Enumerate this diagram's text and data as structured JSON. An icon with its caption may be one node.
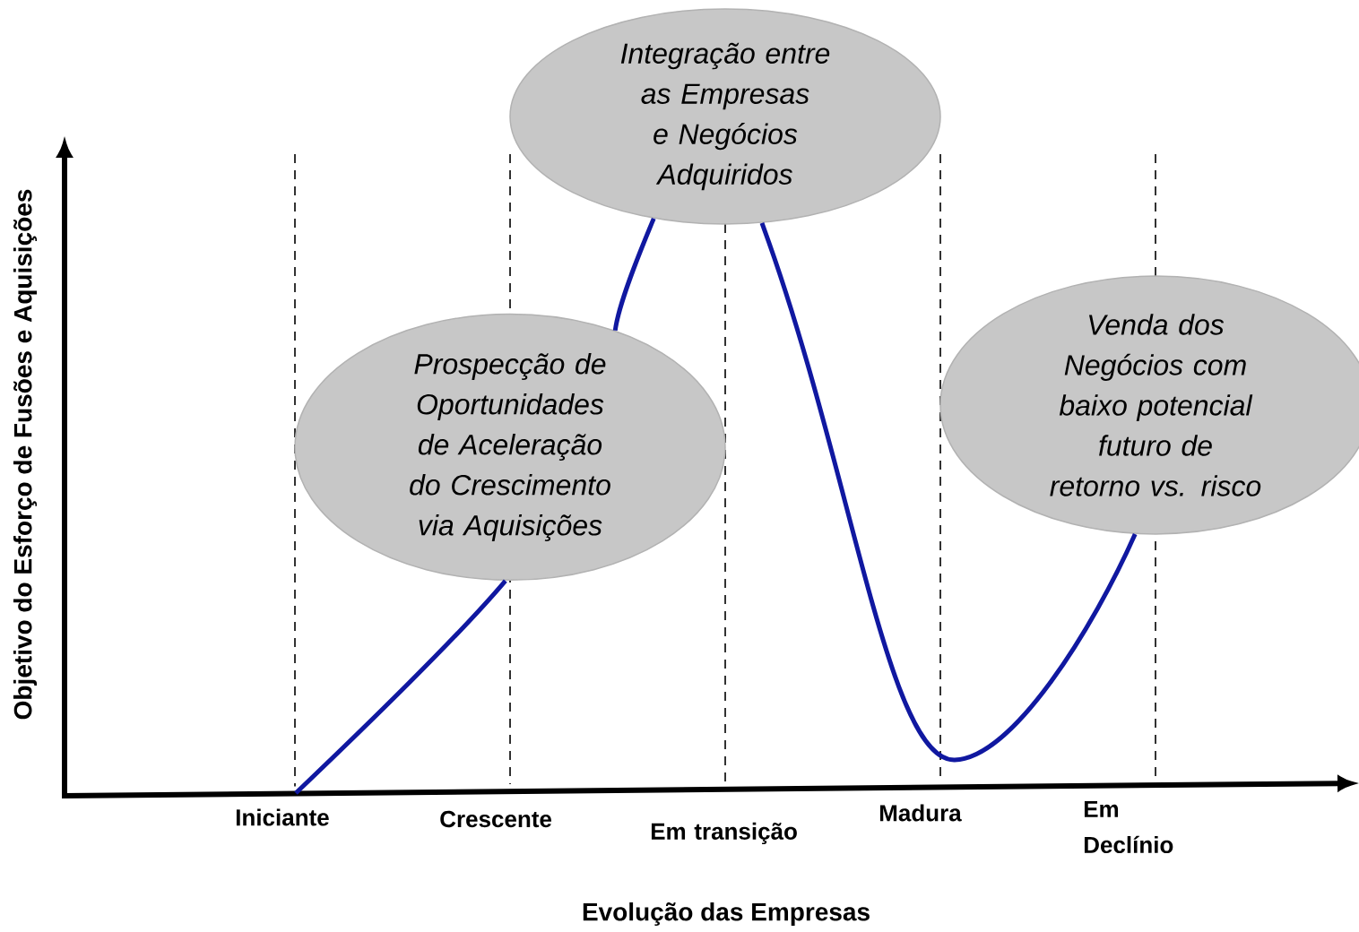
{
  "diagram": {
    "nodes": [
      {
        "text": [
          "Prospecção de Oportunidades de Aceleração do Crescimento via Aquisições"
        ]
      },
      {
        "text": [
          "Integração entre as Empresas e Negócios Adquiridos"
        ]
      },
      {
        "text": [
          "Venda dos Negócios com baixo potencial futuro de retorno vs. risco"
        ]
      }
    ],
    "edges": [
      {
        "from": null,
        "to": 0,
        "arrow": "none"
      },
      {
        "from": 0,
        "to": 1,
        "arrow": "none"
      },
      {
        "from": 1,
        "to": 2,
        "arrow": "none"
      }
    ],
    "labels": [
      "Objetivo do Esforço de Fusões e Aquisições",
      "Iniciante",
      "Crescente",
      "Em transição",
      "Madura",
      "Em Declínio",
      "Evolução das Empresas"
    ]
  }
}
